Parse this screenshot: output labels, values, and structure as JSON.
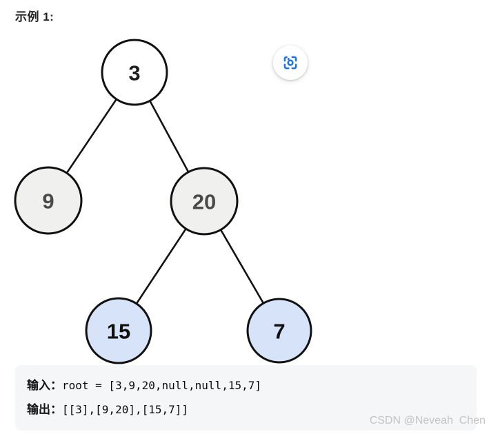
{
  "page": {
    "title": "示例 1:"
  },
  "tree": {
    "description": "binary tree example",
    "nodes": [
      {
        "value": "3",
        "level": 0
      },
      {
        "value": "9",
        "level": 1
      },
      {
        "value": "20",
        "level": 1
      },
      {
        "value": "15",
        "level": 2
      },
      {
        "value": "7",
        "level": 2
      }
    ],
    "edges": [
      [
        "3",
        "9"
      ],
      [
        "3",
        "20"
      ],
      [
        "20",
        "15"
      ],
      [
        "20",
        "7"
      ]
    ],
    "colors": {
      "root_fill": "#ffffff",
      "level1_fill": "#f0f0ef",
      "level2_fill": "#d7e3f8",
      "stroke": "#111111"
    }
  },
  "toolbar": {
    "scan_icon_color": "#1a73e8"
  },
  "io_panel": {
    "input_label": "输入：",
    "input_value": "root = [3,9,20,null,null,15,7]",
    "output_label": "输出：",
    "output_value": "[[3],[9,20],[15,7]]"
  },
  "watermark": "CSDN @Neveah  Chen"
}
